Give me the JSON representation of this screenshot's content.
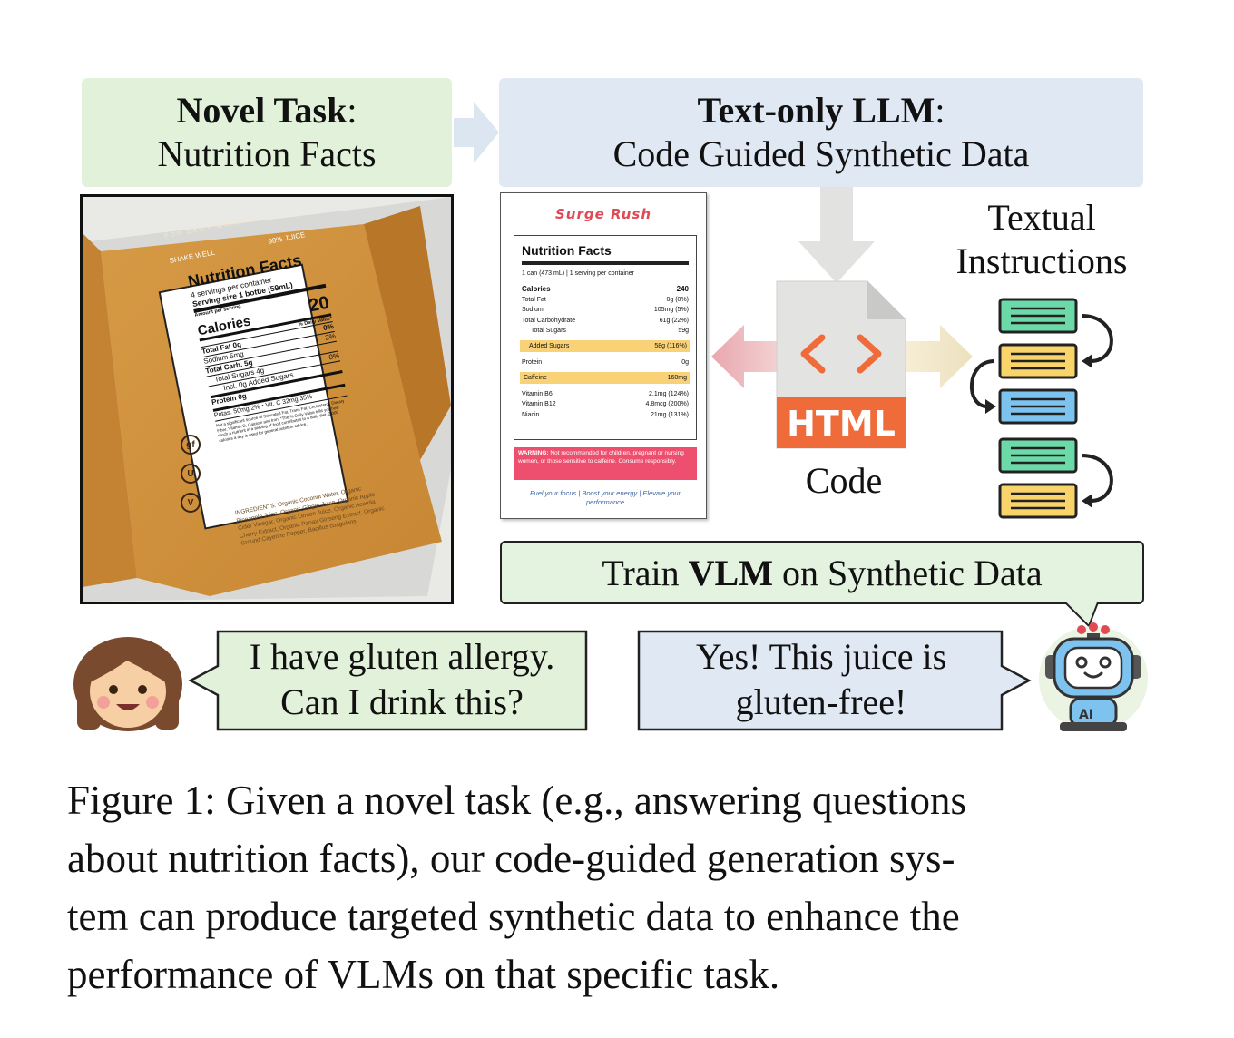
{
  "top": {
    "novel_title": "Novel Task",
    "novel_colon": ":",
    "novel_sub": "Nutrition Facts",
    "llm_title": "Text-only LLM",
    "llm_colon": ":",
    "llm_sub": "Code Guided Synthetic Data"
  },
  "photo": {
    "top_brand": "FOR DAILY WELLNESS",
    "shake": "SHAKE WELL",
    "juice": "98% JUICE",
    "title": "Nutrition Facts",
    "servings": "4 servings per container",
    "serving_size": "Serving size   1 bottle (59mL)",
    "amount": "Amount per serving",
    "calories_label": "Calories",
    "calories_value": "20",
    "dv": "% Daily Value*",
    "rows": [
      {
        "label": "Total Fat 0g",
        "dv": "0%"
      },
      {
        "label": "Sodium 5mg",
        "dv": "2%"
      },
      {
        "label": "Total Carb. 5g",
        "dv": ""
      },
      {
        "label": "Total Sugars 4g",
        "dv": "0%"
      },
      {
        "label": "Incl. 0g Added Sugars",
        "dv": ""
      },
      {
        "label": "Protein 0g",
        "dv": ""
      }
    ],
    "vitamins": "Potas. 50mg 2%  •  Vit. C 32mg 35%",
    "footnote": "Not a significant source of Saturated Fat, Trans Fat, Cholesterol, Dietary Fiber, Vitamin D, Calcium and Iron. *The % Daily Value tells you how much a nutrient in a serving of food contributes to a daily diet. 2,000 calories a day is used for general nutrition advice.",
    "ingredients": "INGREDIENTS: Organic Coconut Water, Organic Pineapple Juice, Organic Ginger Juice, Organic Apple Cider Vinegar, Organic Lemon Juice, Organic Acerola Cherry Extract, Organic Panax Ginseng Extract, Organic Ground Cayenne Pepper, Bacillus coagulans.",
    "badges": [
      "gf",
      "U",
      "V"
    ]
  },
  "card": {
    "brand": "Surge Rush",
    "title": "Nutrition Facts",
    "serving": "1 can (473 mL) | 1 serving per container",
    "calories_label": "Calories",
    "calories_value": "240",
    "rows": [
      {
        "label": "Total Fat",
        "value": "0g (0%)"
      },
      {
        "label": "Sodium",
        "value": "105mg (5%)"
      },
      {
        "label": "Total Carbohydrate",
        "value": "61g (22%)"
      },
      {
        "label": "Total Sugars",
        "value": "59g"
      }
    ],
    "added_sugars": {
      "label": "Added Sugars",
      "value": "58g (116%)"
    },
    "protein": {
      "label": "Protein",
      "value": "0g"
    },
    "caffeine": {
      "label": "Caffeine",
      "value": "160mg"
    },
    "vitamins": [
      {
        "label": "Vitamin B6",
        "value": "2.1mg (124%)"
      },
      {
        "label": "Vitamin B12",
        "value": "4.8mcg (200%)"
      },
      {
        "label": "Niacin",
        "value": "21mg (131%)"
      }
    ],
    "warning_bold": "WARNING:",
    "warning": " Not recommended for children, pregnant or nursing women, or those sensitive to caffeine. Consume responsibly.",
    "tagline": "Fuel your focus | Boost your energy | Elevate your performance"
  },
  "code": {
    "file_label": "HTML",
    "code_label": "Code"
  },
  "instructions": {
    "label_line1": "Textual",
    "label_line2": "Instructions"
  },
  "train": {
    "pre": "Train ",
    "bold": "VLM",
    "post": " on Synthetic Data"
  },
  "dialog": {
    "user_line1": "I have gluten allergy.",
    "user_line2": "Can I drink this?",
    "bot_line1": "Yes! This juice is",
    "bot_line2": "gluten-free!",
    "robot_badge": "AI"
  },
  "caption": {
    "line1": "Figure 1: Given a novel task (e.g., answering questions",
    "line2": "about nutrition facts), our code-guided generation sys-",
    "line3": "tem can produce targeted synthetic data to enhance the",
    "line4": "performance of VLMs on that specific task."
  },
  "colors": {
    "green_box": "#e2f2da",
    "blue_box": "#dfe8f3",
    "html_orange": "#ef6b3a",
    "instr_green": "#6cd9a8",
    "instr_yellow": "#f9d46b",
    "instr_blue": "#7cc4ef"
  }
}
